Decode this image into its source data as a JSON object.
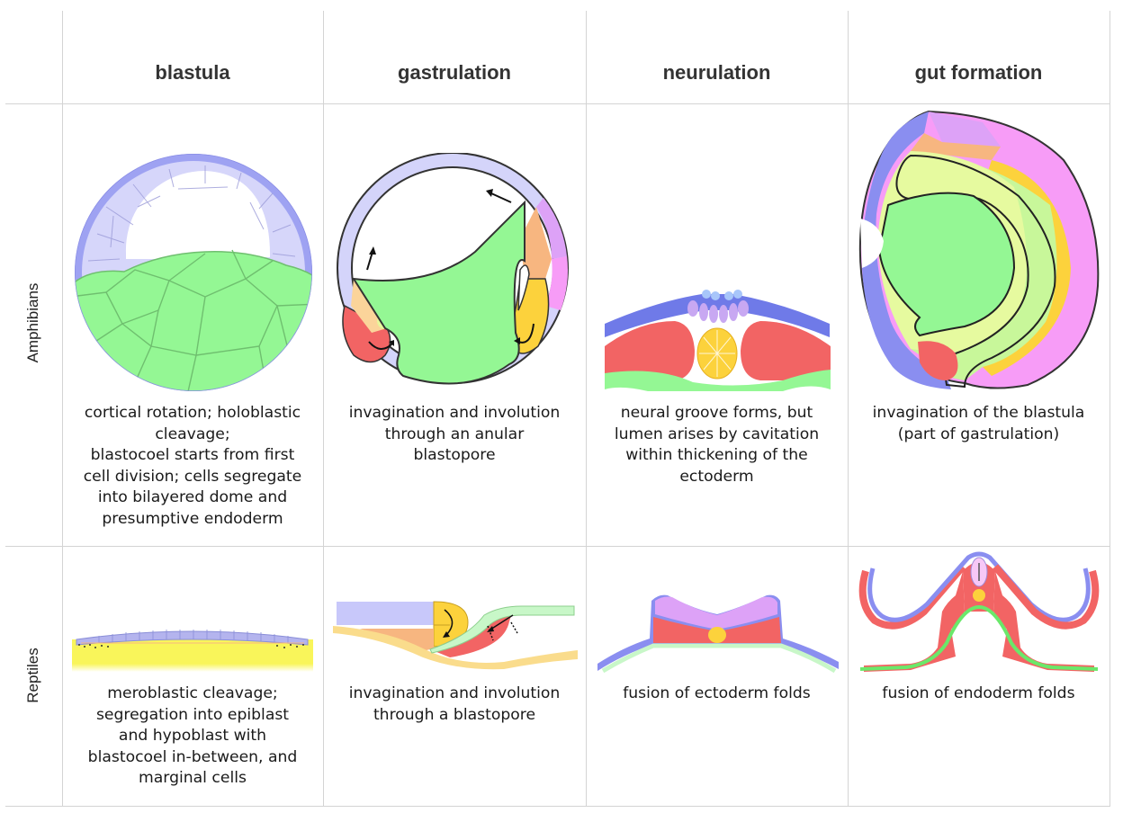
{
  "table": {
    "columns": [
      "blastula",
      "gastrulation",
      "neurulation",
      "gut formation"
    ],
    "rows": [
      {
        "label": "Amphibians",
        "cells": [
          {
            "illustration": "amphibian-blastula",
            "caption": "cortical rotation; holoblastic\ncleavage;\nblastocoel starts from first\ncell division; cells segregate\ninto bilayered dome and\npresumptive endoderm"
          },
          {
            "illustration": "amphibian-gastrulation",
            "caption": "invagination and involution\nthrough an anular\nblastopore"
          },
          {
            "illustration": "amphibian-neurulation",
            "caption": "neural groove forms, but\nlumen arises by cavitation\nwithin thickening of the\nectoderm"
          },
          {
            "illustration": "amphibian-gut-formation",
            "caption": "invagination of the blastula\n(part of gastrulation)"
          }
        ]
      },
      {
        "label": "Reptiles",
        "cells": [
          {
            "illustration": "reptile-blastula",
            "caption": "meroblastic cleavage;\nsegregation into epiblast\nand hypoblast with\nblastocoel in-between, and\nmarginal cells"
          },
          {
            "illustration": "reptile-gastrulation",
            "caption": "invagination and involution\nthrough a blastopore"
          },
          {
            "illustration": "reptile-neurulation",
            "caption": "fusion of ectoderm folds"
          },
          {
            "illustration": "reptile-gut-formation",
            "caption": "fusion of endoderm folds"
          }
        ]
      }
    ]
  },
  "colors": {
    "ectoderm": "#8a8ef0",
    "ectoderm_light": "#d4d4fa",
    "endoderm": "#94f794",
    "mesoderm": "#f26464",
    "notochord": "#fcd23c",
    "neural": "#dda2f7",
    "pink": "#f79cf7",
    "orange": "#f7b680",
    "yolk": "#f9f55a",
    "grid": "#d4d4d4"
  }
}
